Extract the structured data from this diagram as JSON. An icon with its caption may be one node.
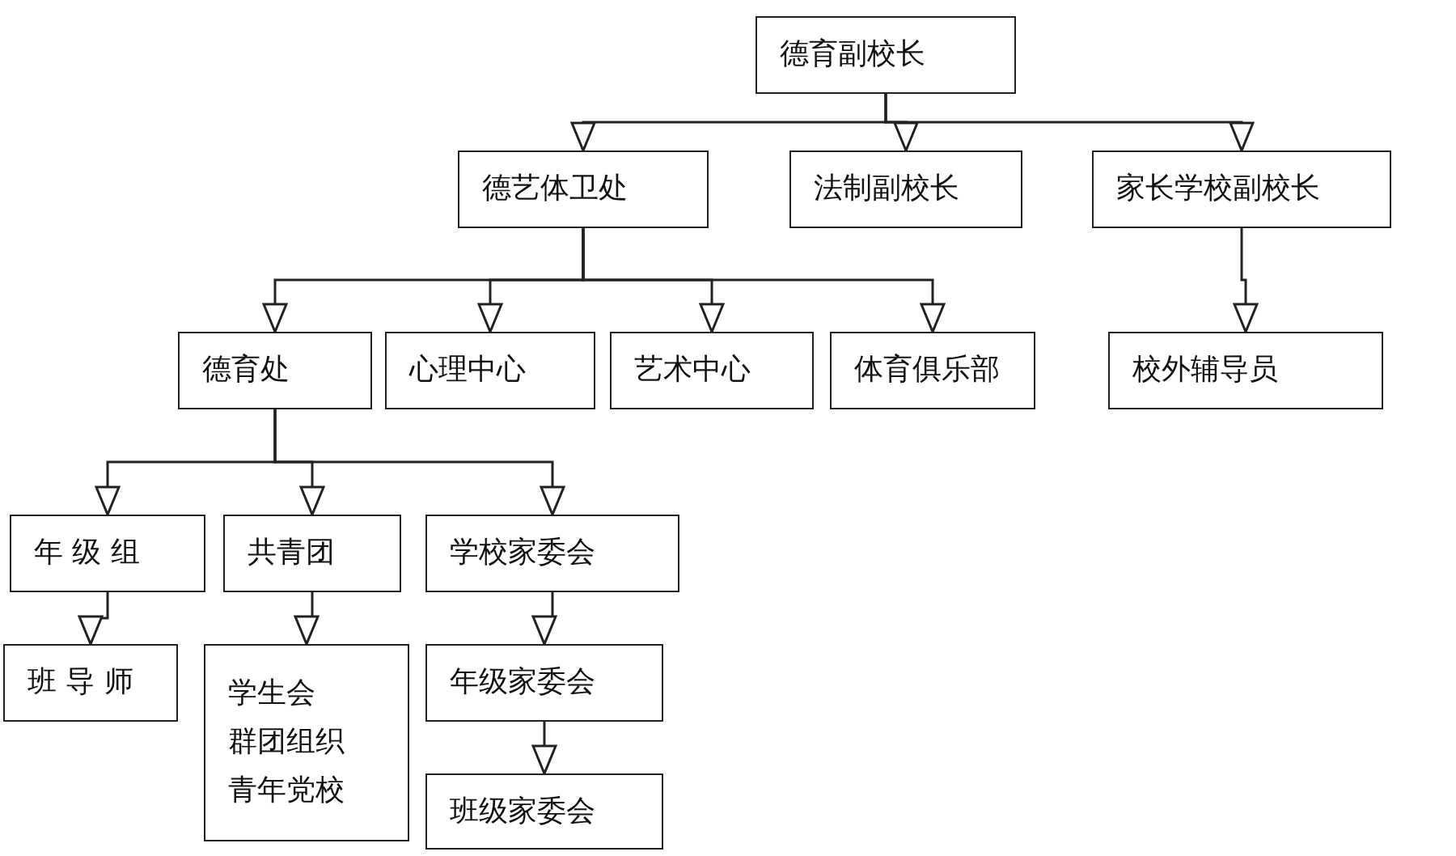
{
  "diagram": {
    "nodes": [
      {
        "text": [
          "德育副校长"
        ]
      },
      {
        "text": [
          "德艺体卫处"
        ]
      },
      {
        "text": [
          "法制副校长"
        ]
      },
      {
        "text": [
          "家长学校副校长"
        ]
      },
      {
        "text": [
          "德育处"
        ]
      },
      {
        "text": [
          "心理中心"
        ]
      },
      {
        "text": [
          "艺术中心"
        ]
      },
      {
        "text": [
          "体育俱乐部"
        ]
      },
      {
        "text": [
          "校外辅导员"
        ]
      },
      {
        "text": [
          "年 级 组"
        ]
      },
      {
        "text": [
          "共青团"
        ]
      },
      {
        "text": [
          "学校家委会"
        ]
      },
      {
        "text": [
          "班 导 师"
        ]
      },
      {
        "text": [
          "学生会",
          "群团组织",
          "青年党校"
        ]
      },
      {
        "text": [
          "年级家委会"
        ]
      },
      {
        "text": [
          "班级家委会"
        ]
      }
    ],
    "edges": [
      {
        "from": 0,
        "to": 1,
        "arrow": "to"
      },
      {
        "from": 0,
        "to": 2,
        "arrow": "to"
      },
      {
        "from": 0,
        "to": 3,
        "arrow": "to"
      },
      {
        "from": 1,
        "to": 4,
        "arrow": "to"
      },
      {
        "from": 1,
        "to": 5,
        "arrow": "to"
      },
      {
        "from": 1,
        "to": 6,
        "arrow": "to"
      },
      {
        "from": 1,
        "to": 7,
        "arrow": "to"
      },
      {
        "from": 3,
        "to": 8,
        "arrow": "to"
      },
      {
        "from": 4,
        "to": 9,
        "arrow": "to"
      },
      {
        "from": 4,
        "to": 10,
        "arrow": "to"
      },
      {
        "from": 4,
        "to": 11,
        "arrow": "to"
      },
      {
        "from": 9,
        "to": 12,
        "arrow": "to"
      },
      {
        "from": 10,
        "to": 13,
        "arrow": "to"
      },
      {
        "from": 11,
        "to": 14,
        "arrow": "to"
      },
      {
        "from": 14,
        "to": 15,
        "arrow": "to"
      }
    ]
  }
}
